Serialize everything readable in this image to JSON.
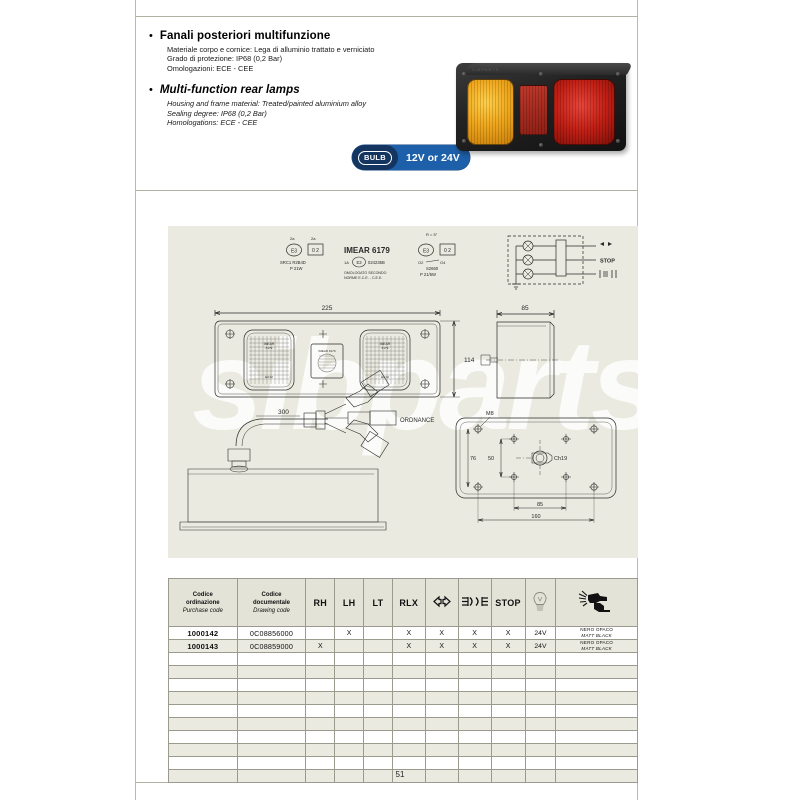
{
  "page": {
    "number": "51",
    "watermark": "sibparts"
  },
  "header": {
    "italian": {
      "bullet": "•",
      "title": "Fanali posteriori multifunzione",
      "specs": [
        "Materiale corpo e cornice: Lega di alluminio trattato e verniciato",
        "Grado di protezione: IP68 (0,2 Bar)",
        "Omologazioni: ECE - CEE"
      ]
    },
    "english": {
      "bullet": "•",
      "title": "Multi-function rear lamps",
      "specs": [
        "Housing and frame material: Treated/painted aluminium alloy",
        "Sealing degree: IP68 (0,2 Bar)",
        "Homologations: ECE - CEE"
      ]
    }
  },
  "badge": {
    "bulb_label": "BULB",
    "voltage_label": "12V or 24V",
    "oval_color": "#13355f",
    "field_color": "#1d5fa8"
  },
  "photo": {
    "alt": "multi-function rear lamp",
    "emboss_text": "SIBPARTS",
    "lens_amber_color": "#f0a81d",
    "lens_reflector_color": "#c0392b",
    "lens_red_color": "#c21f15",
    "housing_color": "#1b1b1b"
  },
  "drawing": {
    "background_color": "#eaeae1",
    "approval": {
      "left_mark_top_left": "2a",
      "left_mark_top_right": "2a",
      "left_mark_e": "E3",
      "left_mark_box": "0 2",
      "left_caption_1": "SRC1 R2B4D",
      "left_caption_2": "P 21W",
      "center_code": "IMEAR 6179",
      "center_sub": "1A E3 024235B",
      "center_note_1": "OMOLOGATO SECONDO",
      "center_note_2": "NORME E.C.E. - C.E.E.",
      "right_mark_top": "R = 5°",
      "right_mark_e": "E3",
      "right_mark_box": "0 2",
      "right_caption_1": "O2      O4",
      "right_caption_2": "S2660",
      "right_caption_3": "P 21/5W"
    },
    "front_view": {
      "width_mm": "225",
      "height_mm": "114"
    },
    "side_view": {
      "depth_mm": "85"
    },
    "wiring": {
      "labels": [
        "turn-signal",
        "STOP",
        "tail-light"
      ],
      "stop_label": "STOP"
    },
    "cable_view": {
      "length_mm": "300",
      "connector_label": "ORDNANCE"
    },
    "mounting_view": {
      "bolt": "M8",
      "dim_76": "76",
      "dim_50": "50",
      "wrench": "Ch19",
      "dim_85": "85",
      "dim_160": "160"
    }
  },
  "table": {
    "headers": {
      "purchase_it": "Codice",
      "purchase_it2": "ordinazione",
      "purchase_en": "Purchase code",
      "drawing_it": "Codice",
      "drawing_it2": "documentale",
      "drawing_en": "Drawing code",
      "rh": "RH",
      "lh": "LH",
      "lt": "LT",
      "rlx": "RLX",
      "turn": "turn-signal-icon",
      "lowbeam": "position-light-icon",
      "stop": "STOP",
      "bulb": "bulb-icon",
      "paint": "spray-gun-icon"
    },
    "rows": [
      {
        "purchase_code": "1000142",
        "drawing_code": "0C08856000",
        "rh": "",
        "lh": "X",
        "lt": "",
        "rlx": "X",
        "turn": "X",
        "lowbeam": "X",
        "stop": "X",
        "bulb": "24V",
        "color_it": "NERO OPACO",
        "color_en": "MATT BLACK"
      },
      {
        "purchase_code": "1000143",
        "drawing_code": "0C08859000",
        "rh": "X",
        "lh": "",
        "lt": "",
        "rlx": "X",
        "turn": "X",
        "lowbeam": "X",
        "stop": "X",
        "bulb": "24V",
        "color_it": "NERO OPACO",
        "color_en": "MATT BLACK"
      },
      {
        "purchase_code": "",
        "drawing_code": "",
        "rh": "",
        "lh": "",
        "lt": "",
        "rlx": "",
        "turn": "",
        "lowbeam": "",
        "stop": "",
        "bulb": "",
        "color_it": "",
        "color_en": ""
      },
      {
        "purchase_code": "",
        "drawing_code": "",
        "rh": "",
        "lh": "",
        "lt": "",
        "rlx": "",
        "turn": "",
        "lowbeam": "",
        "stop": "",
        "bulb": "",
        "color_it": "",
        "color_en": ""
      },
      {
        "purchase_code": "",
        "drawing_code": "",
        "rh": "",
        "lh": "",
        "lt": "",
        "rlx": "",
        "turn": "",
        "lowbeam": "",
        "stop": "",
        "bulb": "",
        "color_it": "",
        "color_en": ""
      },
      {
        "purchase_code": "",
        "drawing_code": "",
        "rh": "",
        "lh": "",
        "lt": "",
        "rlx": "",
        "turn": "",
        "lowbeam": "",
        "stop": "",
        "bulb": "",
        "color_it": "",
        "color_en": ""
      },
      {
        "purchase_code": "",
        "drawing_code": "",
        "rh": "",
        "lh": "",
        "lt": "",
        "rlx": "",
        "turn": "",
        "lowbeam": "",
        "stop": "",
        "bulb": "",
        "color_it": "",
        "color_en": ""
      },
      {
        "purchase_code": "",
        "drawing_code": "",
        "rh": "",
        "lh": "",
        "lt": "",
        "rlx": "",
        "turn": "",
        "lowbeam": "",
        "stop": "",
        "bulb": "",
        "color_it": "",
        "color_en": ""
      },
      {
        "purchase_code": "",
        "drawing_code": "",
        "rh": "",
        "lh": "",
        "lt": "",
        "rlx": "",
        "turn": "",
        "lowbeam": "",
        "stop": "",
        "bulb": "",
        "color_it": "",
        "color_en": ""
      },
      {
        "purchase_code": "",
        "drawing_code": "",
        "rh": "",
        "lh": "",
        "lt": "",
        "rlx": "",
        "turn": "",
        "lowbeam": "",
        "stop": "",
        "bulb": "",
        "color_it": "",
        "color_en": ""
      },
      {
        "purchase_code": "",
        "drawing_code": "",
        "rh": "",
        "lh": "",
        "lt": "",
        "rlx": "",
        "turn": "",
        "lowbeam": "",
        "stop": "",
        "bulb": "",
        "color_it": "",
        "color_en": ""
      }
    ]
  }
}
